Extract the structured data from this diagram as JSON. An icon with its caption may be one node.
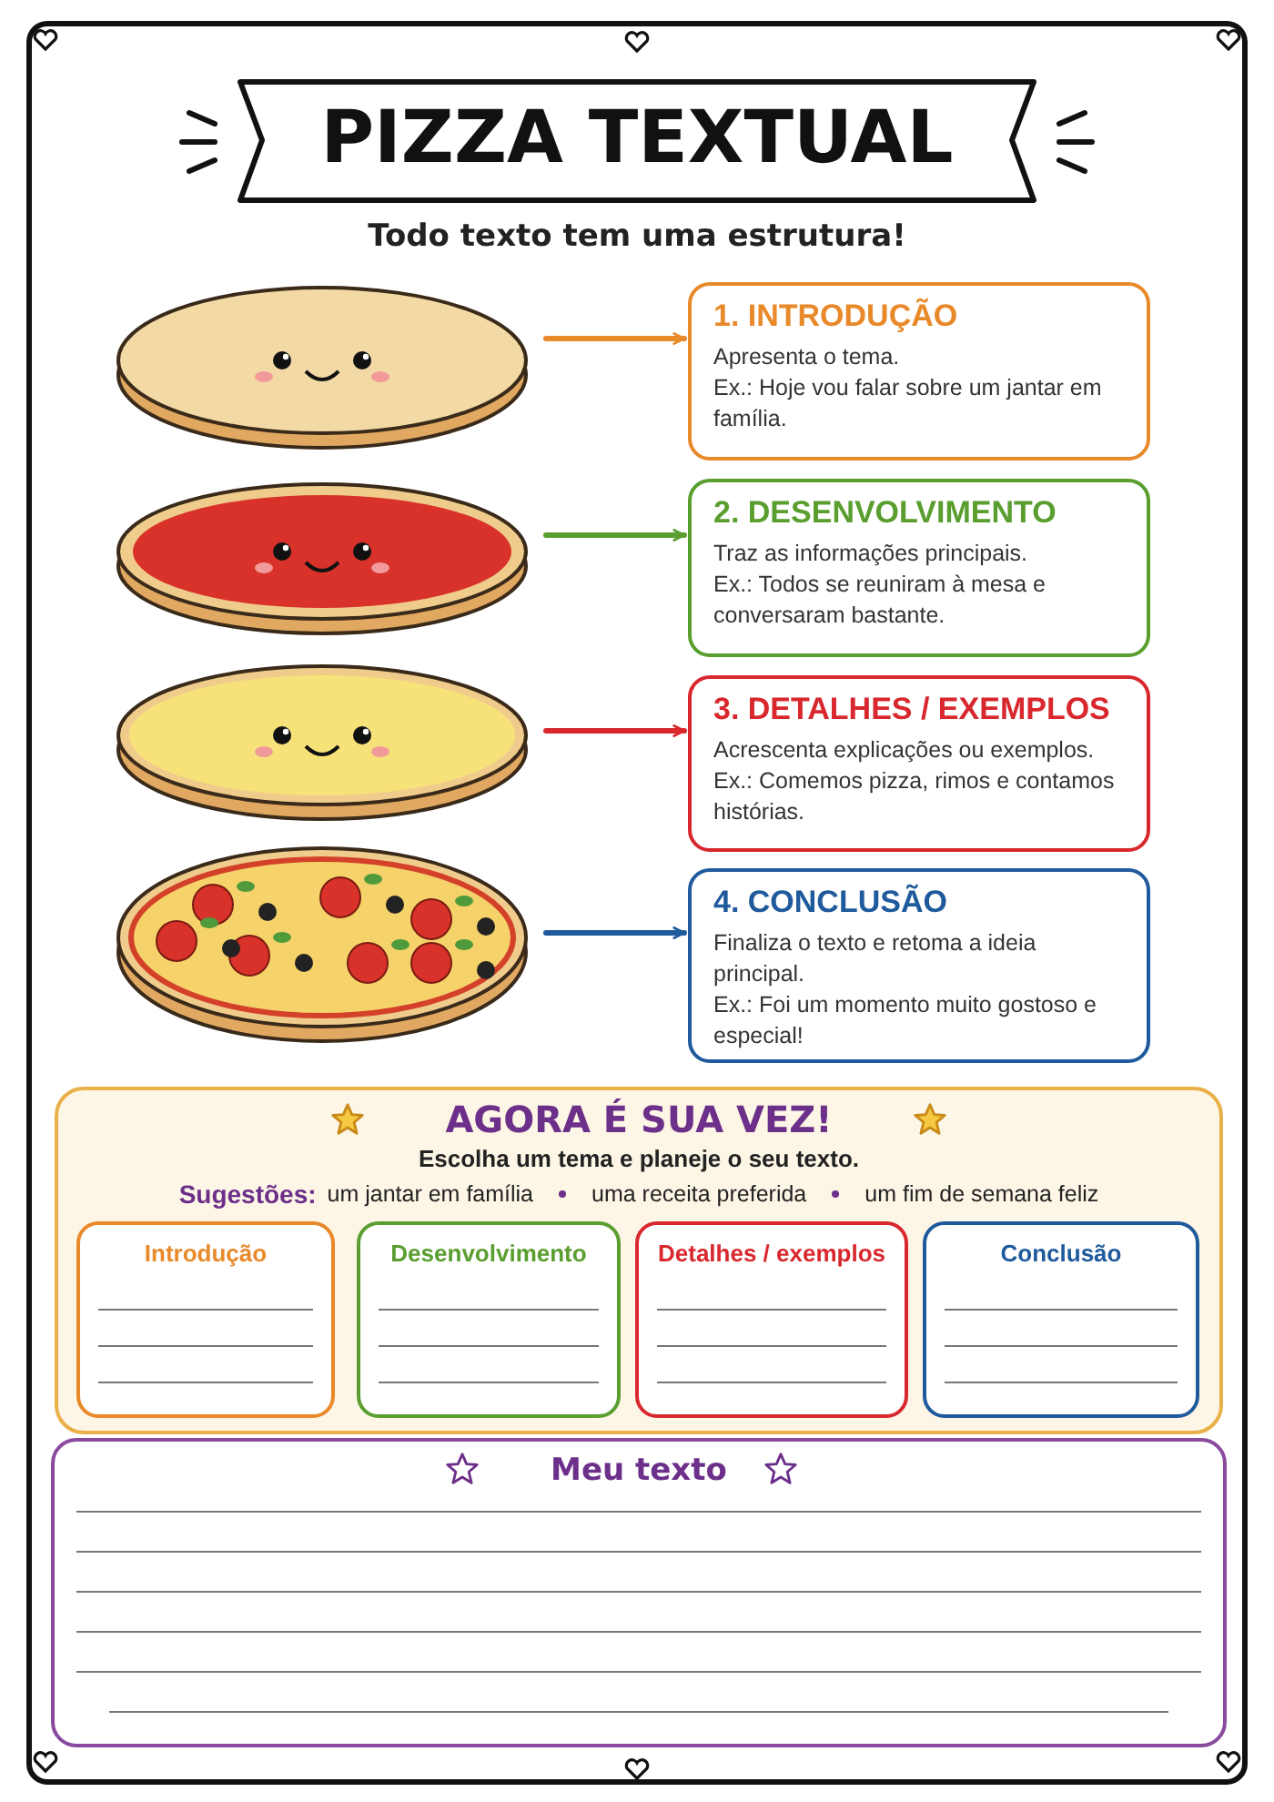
{
  "diagram": {
    "title": "PIZZA TEXTUAL",
    "caption": "Todo texto tem uma estrutura!",
    "nodes": [
      {
        "text": [],
        "shape": "picture"
      },
      {
        "text": [],
        "shape": "picture"
      },
      {
        "text": [],
        "shape": "picture"
      },
      {
        "text": [],
        "shape": "picture"
      },
      {
        "text": [
          "1. INTRODUÇÃO",
          "Apresenta o tema.",
          "Ex.: Hoje vou falar sobre um jantar em família."
        ]
      },
      {
        "text": [
          "2. DESENVOLVIMENTO",
          "Traz as informações principais.",
          "Ex.: Todos se reuniram à mesa e conversaram bastante."
        ]
      },
      {
        "text": [
          "3. DETALHES / EXEMPLOS",
          "Acrescenta explicações ou exemplos.",
          "Ex.: Comemos pizza, rimos e contamos histórias."
        ]
      },
      {
        "text": [
          "4. CONCLUSÃO",
          "Finaliza o texto e retoma a ideia principal.",
          "Ex.: Foi um momento muito gostoso e especial!"
        ]
      },
      {
        "text": [
          "AGORA É SUA VEZ!",
          "Escolha um tema e planeje o seu texto.",
          "Sugestões:",
          "um jantar em família",
          "uma receita preferida",
          "um fim de semana feliz"
        ]
      },
      {
        "text": [
          "Introdução"
        ],
        "in": 8
      },
      {
        "text": [
          "Desenvolvimento"
        ],
        "in": 8
      },
      {
        "text": [
          "Detalhes / exemplos"
        ],
        "in": 8
      },
      {
        "text": [
          "Conclusão"
        ],
        "in": 8
      },
      {
        "text": [
          "Meu texto"
        ]
      }
    ],
    "edges": [
      {
        "from": 0,
        "to": 4,
        "arrow": "to",
        "color": "#e8892a"
      },
      {
        "from": 1,
        "to": 5,
        "arrow": "to",
        "color": "#5a9e2f"
      },
      {
        "from": 2,
        "to": 6,
        "arrow": "to",
        "color": "#d8282e"
      },
      {
        "from": 3,
        "to": 7,
        "arrow": "to",
        "color": "#1f5a9c"
      }
    ]
  }
}
